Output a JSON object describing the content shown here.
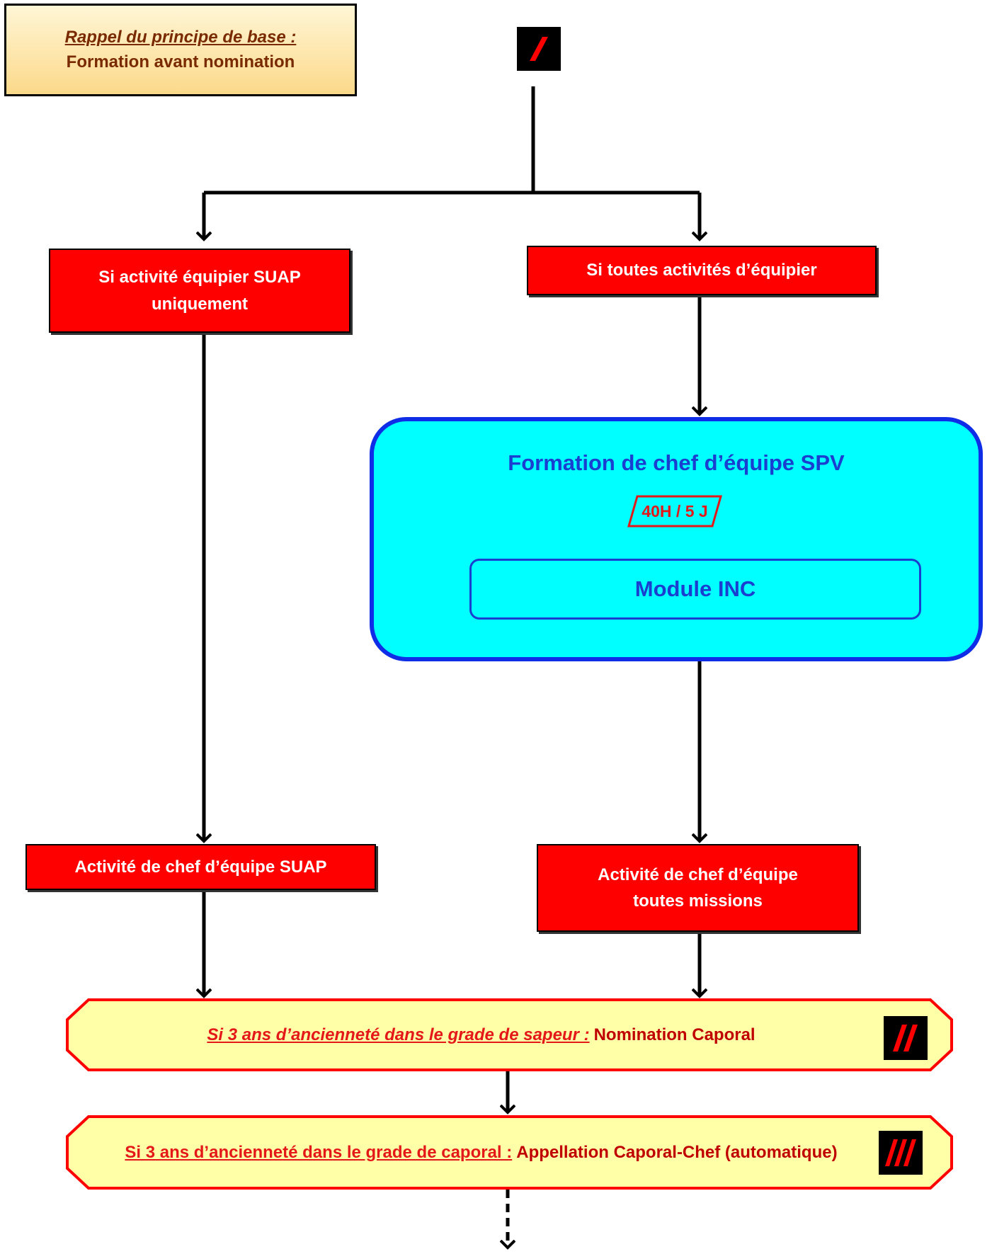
{
  "reminder": {
    "lead": "Rappel du principe de base :",
    "text": "Formation avant nomination"
  },
  "branches": {
    "left_condition": [
      "Si activité équipier SUAP",
      "uniquement"
    ],
    "right_condition": "Si toutes activités d’équipier"
  },
  "training": {
    "title": "Formation de chef d’équipe SPV",
    "duration": "40H / 5 J",
    "module": "Module INC"
  },
  "outcomes": {
    "left": "Activité de chef d’équipe SUAP",
    "right": [
      "Activité de chef d’équipe",
      "toutes missions"
    ]
  },
  "promotions": {
    "caporal": {
      "condition": "Si 3 ans d’ancienneté dans le grade de sapeur :",
      "result": "Nomination Caporal"
    },
    "caporal_chef": {
      "condition": "Si 3 ans d’ancienneté dans le grade de caporal :",
      "result": "Appellation Caporal-Chef (automatique)"
    }
  },
  "colors": {
    "red": "#ff0000",
    "cyan": "#00ffff",
    "blue": "#0f2de6",
    "yellow": "#ffffa8",
    "black": "#000000"
  }
}
